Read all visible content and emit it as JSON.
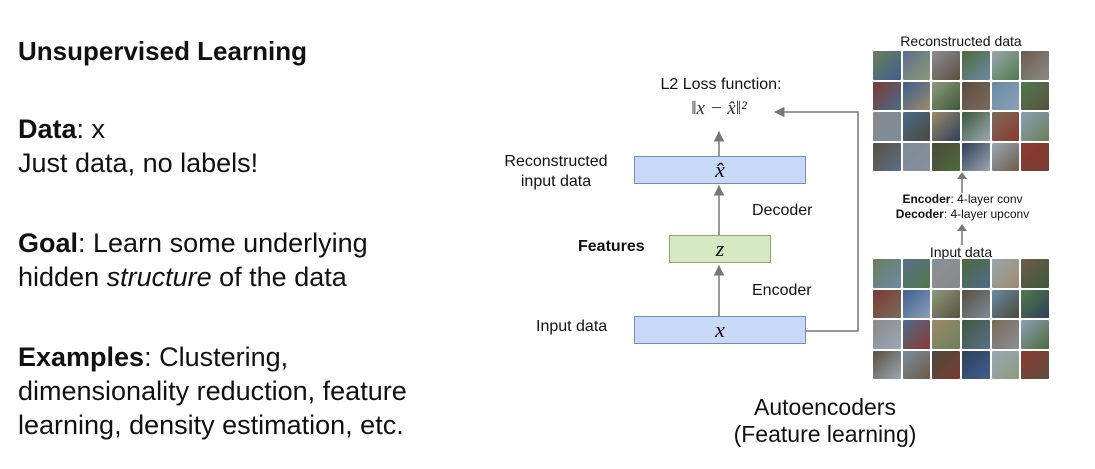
{
  "left": {
    "title": "Unsupervised Learning",
    "data_heading": "Data",
    "data_value": ": x",
    "data_desc": "Just data, no labels!",
    "goal_heading": "Goal",
    "goal_text_1": ": Learn some underlying",
    "goal_text_2a": "hidden ",
    "goal_text_2b": "structure",
    "goal_text_2c": " of the data",
    "examples_heading": "Examples",
    "examples_text_1": ": Clustering,",
    "examples_text_2": "dimensionality reduction, feature",
    "examples_text_3": "learning, density estimation, etc."
  },
  "diagram": {
    "loss_title": "L2 Loss function:",
    "loss_formula": "‖x − x̂‖²",
    "recon_label_1": "Reconstructed",
    "recon_label_2": "input data",
    "recon_symbol": "x̂",
    "decoder_label": "Decoder",
    "features_label": "Features",
    "features_symbol": "z",
    "encoder_label": "Encoder",
    "input_label": "Input data",
    "input_symbol": "x",
    "caption_1": "Autoencoders",
    "caption_2": "(Feature learning)"
  },
  "right": {
    "recon_data_label": "Reconstructed data",
    "encoder_bold": "Encoder",
    "encoder_desc": ": 4-layer conv",
    "decoder_bold": "Decoder",
    "decoder_desc": ": 4-layer upconv",
    "input_data_label": "Input data"
  },
  "colors": {
    "box_blue": "#c9daf8",
    "box_green": "#d5e8c4",
    "arrow": "#777777"
  },
  "thumb_colors": [
    "#6b7f5a",
    "#5a6f8a",
    "#8a8f96",
    "#4f6a3c",
    "#9aa7b0",
    "#6d5b4a",
    "#7a3b32",
    "#3f5f8f",
    "#8d9a7a",
    "#5c4e3f",
    "#6a8aa6",
    "#4f7a4a",
    "#8a8a8a",
    "#4c6a8c",
    "#9c8a6a",
    "#3e5a3a",
    "#7a6a5a",
    "#8aa0b5",
    "#5a5040",
    "#7a8c9a",
    "#4a4a3a",
    "#2f3f5a",
    "#9aa8b6",
    "#8c3a30"
  ]
}
